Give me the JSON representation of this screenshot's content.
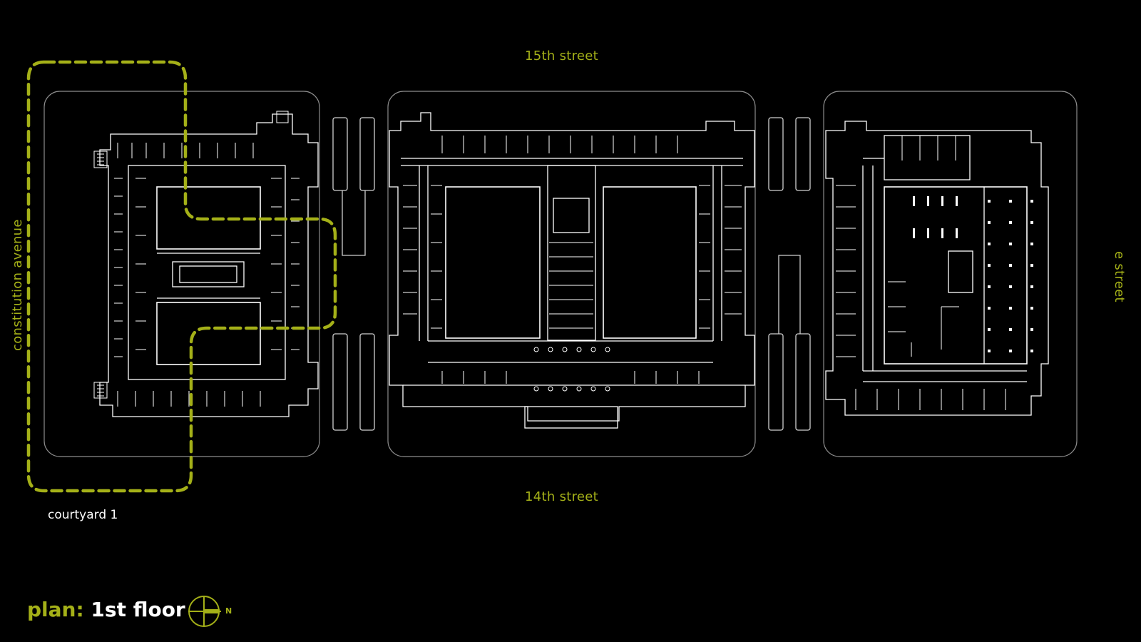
{
  "title": {
    "prefix": "plan:",
    "floor": "1st floor"
  },
  "streets": {
    "north": "15th street",
    "south": "14th street",
    "west": "constitution avenue",
    "east": "e street"
  },
  "courtyard_label": "courtyard 1",
  "compass": {
    "letter": "N"
  },
  "colors": {
    "background": "#000000",
    "linework": "#ffffff",
    "accent": "#a4b018",
    "outline": "#8c8c8c"
  }
}
